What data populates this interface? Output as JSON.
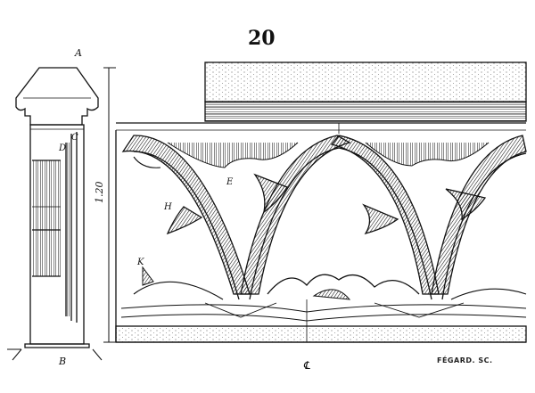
{
  "figure_number": "20",
  "signature": "FÉGARD. SC.",
  "dimension_label": "1.20",
  "labels": {
    "a": "A",
    "b": "B",
    "c": "C",
    "d": "D",
    "e": "E",
    "h": "H",
    "k": "K",
    "axis": "℄"
  },
  "colors": {
    "ink": "#111111",
    "paper": "#ffffff",
    "shade": "#333333"
  }
}
